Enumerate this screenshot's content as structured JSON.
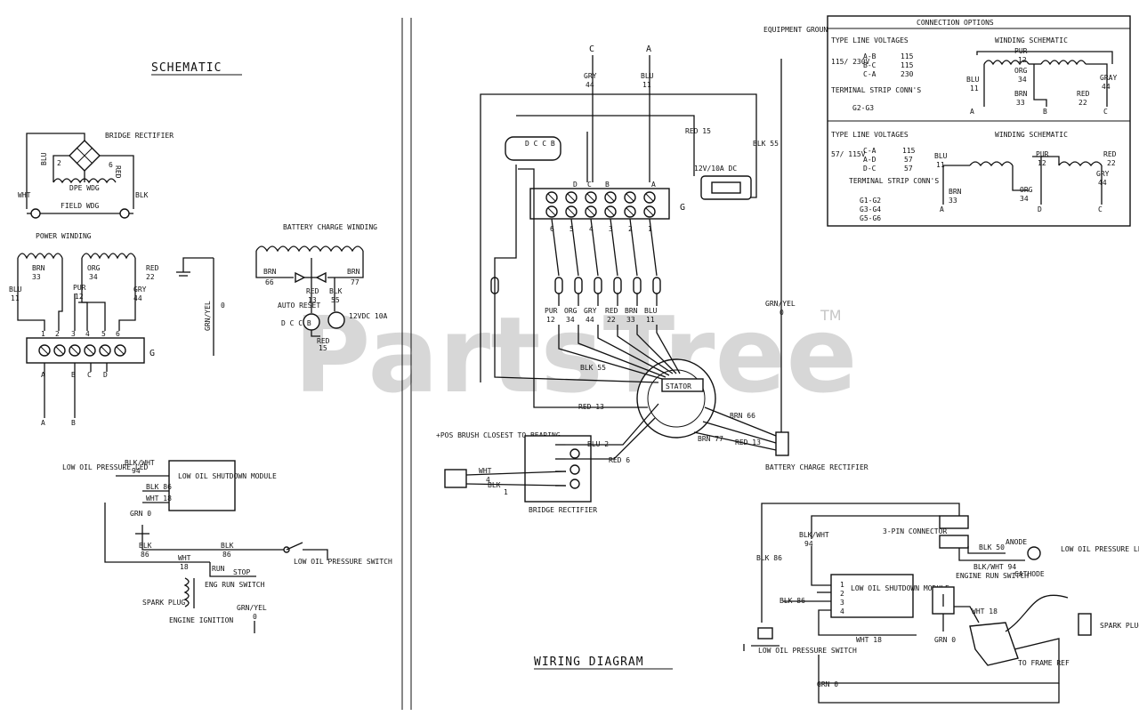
{
  "titles": {
    "schematic": "SCHEMATIC",
    "wiring_diagram": "WIRING DIAGRAM",
    "connection_options": "CONNECTION OPTIONS"
  },
  "watermark": {
    "text": "PartsTree",
    "tm": "TM"
  },
  "schematic": {
    "bridge_rectifier": "BRIDGE RECTIFIER",
    "field_labels": [
      "BLU",
      "2",
      "RED",
      "6"
    ],
    "dpe_wdg": "DPE WDG",
    "field_wdg": "FIELD WDG",
    "wht": "WHT",
    "blk": "BLK",
    "power_winding": "POWER WINDING",
    "power_wires": [
      {
        "name": "BRN",
        "num": "33"
      },
      {
        "name": "ORG",
        "num": "34"
      },
      {
        "name": "RED",
        "num": "22"
      },
      {
        "name": "BLU",
        "num": "11"
      },
      {
        "name": "PUR",
        "num": "12"
      },
      {
        "name": "GRY",
        "num": "44"
      }
    ],
    "terminals": [
      "1",
      "2",
      "3",
      "4",
      "5",
      "6"
    ],
    "terminal_g": "G",
    "terminal_letters": [
      "A",
      "B",
      "C",
      "D"
    ],
    "bottom_leads": [
      "A",
      "B"
    ],
    "grn_yel": "GRN/YEL",
    "grn_yel_num": "0",
    "battery_charge_winding": "BATTERY CHARGE WINDING",
    "bcw_wires": [
      {
        "name": "BRN",
        "num": "66"
      },
      {
        "name": "BRN",
        "num": "77"
      },
      {
        "name": "RED",
        "num": "13"
      },
      {
        "name": "BLK",
        "num": "55"
      },
      {
        "name": "RED",
        "num": "15"
      }
    ],
    "auto_reset": "AUTO RESET",
    "dc_cb": "D C C B",
    "dc_fuse": "12VDC 10A",
    "low_oil": {
      "pressure_led": "LOW OIL PRESSURE LED",
      "blk_wht": "BLK/WHT",
      "blk_wht_num": "94",
      "module": "LOW OIL SHUTDOWN MODULE",
      "blk_86": "BLK 86",
      "wht_18": "WHT 18",
      "grn_0": "GRN 0",
      "blk": "BLK",
      "num_86": "86",
      "pressure_switch": "LOW OIL PRESSURE SWITCH"
    },
    "engine": {
      "wht": "WHT",
      "num_18": "18",
      "run": "RUN",
      "stop": "STOP",
      "eng_run_switch": "ENG RUN SWITCH",
      "spark_plug": "SPARK PLUG",
      "engine_ignition": "ENGINE IGNITION",
      "grn_yel": "GRN/YEL",
      "grn_yel_num": "0"
    }
  },
  "wiring": {
    "top_leads": [
      {
        "letter": "C",
        "color": "GRY",
        "num": "44"
      },
      {
        "letter": "A",
        "color": "BLU",
        "num": "11"
      }
    ],
    "red_15": "RED 15",
    "blk_55": "BLK 55",
    "cb_label": "D C C B",
    "fuse": "12V/10A DC",
    "strip_letters": [
      "D",
      "C",
      "B",
      "A"
    ],
    "strip_g": "G",
    "strip_nums": [
      "6",
      "5",
      "4",
      "3",
      "2",
      "1"
    ],
    "leads": [
      {
        "name": "PUR",
        "num": "12"
      },
      {
        "name": "ORG",
        "num": "34"
      },
      {
        "name": "GRY",
        "num": "44"
      },
      {
        "name": "RED",
        "num": "22"
      },
      {
        "name": "BRN",
        "num": "33"
      },
      {
        "name": "BLU",
        "num": "11"
      }
    ],
    "stator": "STATOR",
    "blk_55_lower": "BLK 55",
    "red_13": "RED 13",
    "brn_66": "BRN 66",
    "brn_77": "BRN 77",
    "red_13_right": "RED 13",
    "battery_charge_rectifier": "BATTERY CHARGE RECTIFIER",
    "ground_point": "EQUIPMENT GROUND CONNECTION POINT",
    "grn_yel": "GRN/YEL",
    "grn_yel_num": "0",
    "pos_brush": "+POS BRUSH CLOSEST TO BEARING",
    "brush_blu": "BLU 2",
    "brush_red": "RED 6",
    "brush_wht": "WHT",
    "brush_wht_num": "4",
    "brush_blk": "BLK",
    "brush_blk_num": "1",
    "bridge_rectifier": "BRIDGE RECTIFIER",
    "low_oil": {
      "three_pin": "3-PIN CONNECTOR",
      "blk_wht": "BLK/WHT",
      "blk_wht_num": "94",
      "blk_86": "BLK 86",
      "module": "LOW OIL SHUTDOWN MODULE",
      "pins": [
        "1",
        "2",
        "3",
        "4"
      ],
      "blk_86_left": "BLK 86",
      "wht_18": "WHT 18",
      "grn_0": "GRN 0",
      "grn_bottom": "GRN 0",
      "blk_50": "BLK 50",
      "blk_wht_94": "BLK/WHT 94",
      "anode": "ANODE",
      "cathode": "CATHODE",
      "pressure_led": "LOW OIL PRESSURE LED",
      "pressure_switch": "LOW OIL PRESSURE SWITCH",
      "engine_run_switch": "ENGINE RUN SWITCH",
      "wht_18_right": "WHT 18",
      "spark_plug": "SPARK PLUG",
      "to_frame_ref": "TO FRAME REF"
    }
  },
  "options": {
    "type_line_voltages": "TYPE LINE VOLTAGES",
    "winding_schematic": "WINDING SCHEMATIC",
    "section1": {
      "voltage": "115/ 230V",
      "rows": [
        {
          "pair": "A-B",
          "v": "115"
        },
        {
          "pair": "B-C",
          "v": "115"
        },
        {
          "pair": "C-A",
          "v": "230"
        }
      ],
      "terminal_strip": "TERMINAL STRIP CONN'S",
      "conn": "G2-G3",
      "wires": [
        {
          "name": "PUR",
          "num": "12"
        },
        {
          "name": "ORG",
          "num": "34"
        },
        {
          "name": "BLU",
          "num": "11"
        },
        {
          "name": "BRN",
          "num": "33"
        },
        {
          "name": "RED",
          "num": "22"
        },
        {
          "name": "GRAY",
          "num": "44"
        }
      ],
      "letters": [
        "A",
        "B",
        "C"
      ]
    },
    "section2": {
      "voltage": "57/ 115V",
      "rows": [
        {
          "pair": "C-A",
          "v": "115"
        },
        {
          "pair": "A-D",
          "v": "57"
        },
        {
          "pair": "D-C",
          "v": "57"
        }
      ],
      "terminal_strip": "TERMINAL STRIP CONN'S",
      "conns": [
        "G1-G2",
        "G3-G4",
        "G5-G6"
      ],
      "wires": [
        {
          "name": "BLU",
          "num": "11"
        },
        {
          "name": "PUR",
          "num": "12"
        },
        {
          "name": "RED",
          "num": "22"
        },
        {
          "name": "GRY",
          "num": "44"
        },
        {
          "name": "BRN",
          "num": "33"
        },
        {
          "name": "ORG",
          "num": "34"
        }
      ],
      "letters": [
        "A",
        "D",
        "C"
      ]
    }
  }
}
